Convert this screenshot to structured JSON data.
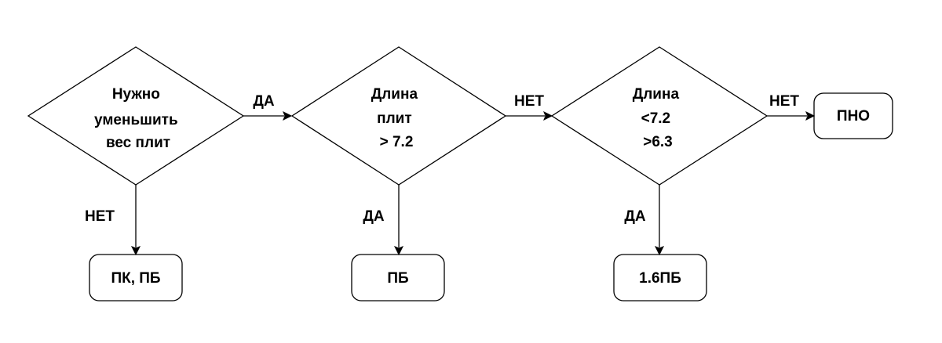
{
  "decisions": [
    {
      "lines": [
        "Нужно",
        "уменьшить",
        "вес плит"
      ]
    },
    {
      "lines": [
        "Длина",
        "плит",
        "> 7.2"
      ]
    },
    {
      "lines": [
        "Длина",
        "<7.2",
        ">6.3"
      ]
    }
  ],
  "outcomes": {
    "pk_pb": "ПК, ПБ",
    "pb": "ПБ",
    "pb16": "1.6ПБ",
    "pno": "ПНО"
  },
  "edge_labels": {
    "d1_yes": "ДА",
    "d1_no": "НЕТ",
    "d2_no": "НЕТ",
    "d2_yes": "ДА",
    "d3_no": "НЕТ",
    "d3_yes": "ДА"
  }
}
